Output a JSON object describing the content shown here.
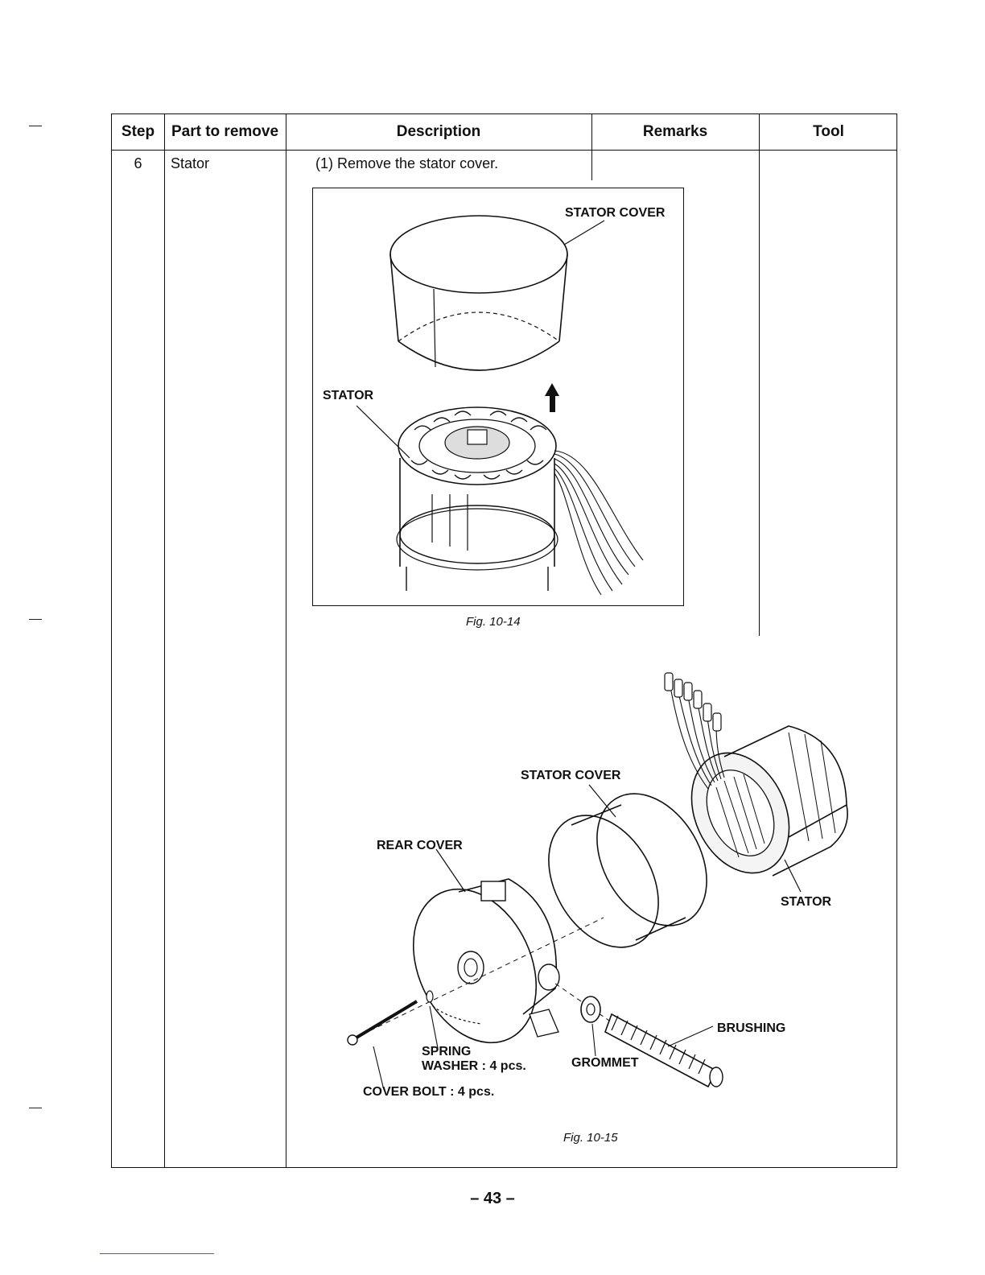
{
  "table": {
    "headers": {
      "step": "Step",
      "part": "Part to remove",
      "description": "Description",
      "remarks": "Remarks",
      "tool": "Tool"
    },
    "row": {
      "step": "6",
      "part": "Stator",
      "description": "(1) Remove the stator cover."
    }
  },
  "figures": {
    "fig1": {
      "caption": "Fig. 10-14",
      "labels": {
        "stator_cover": "STATOR COVER",
        "stator": "STATOR"
      }
    },
    "fig2": {
      "caption": "Fig. 10-15",
      "labels": {
        "stator_cover": "STATOR COVER",
        "rear_cover": "REAR COVER",
        "stator": "STATOR",
        "brushing": "BRUSHING",
        "spring_washer_1": "SPRING",
        "spring_washer_2": "WASHER : 4 pcs.",
        "grommet": "GROMMET",
        "cover_bolt": "COVER BOLT : 4 pcs."
      }
    }
  },
  "page_number": "– 43 –"
}
